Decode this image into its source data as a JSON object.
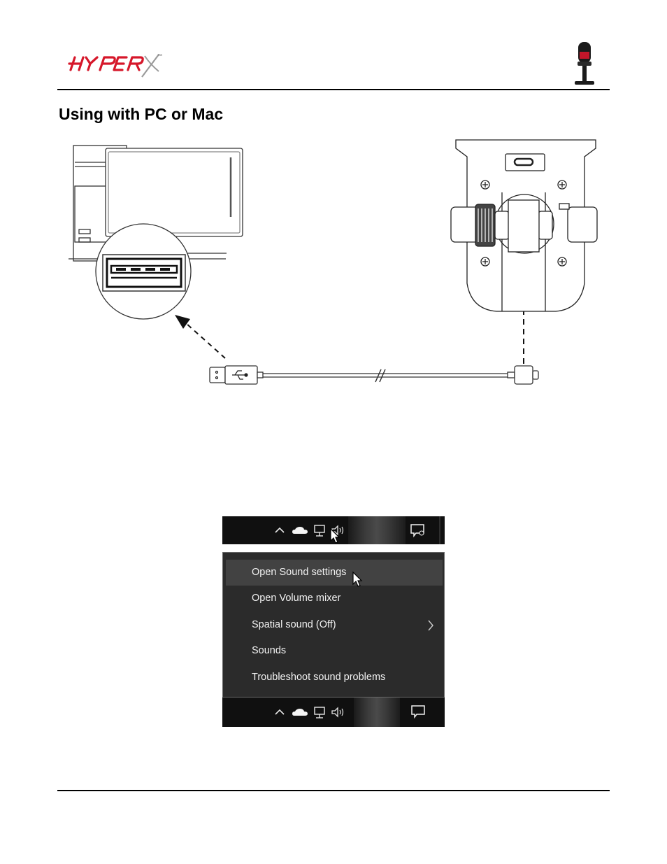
{
  "header": {
    "logo_text": "HyperX",
    "logo_trademark": "™",
    "mic_icon": "microphone-icon"
  },
  "section": {
    "title": "Using with PC or Mac"
  },
  "diagram": {
    "computer_icon": "desktop-computer-icon",
    "usb_port_icon": "usb-a-port-icon",
    "cable_icon": "usb-cable-icon",
    "mic_base_icon": "microphone-base-icon"
  },
  "taskbar": {
    "tray_icons": [
      "chevron-up-icon",
      "onedrive-cloud-icon",
      "network-icon",
      "speaker-icon"
    ],
    "notification_icon": "action-center-icon"
  },
  "context_menu": {
    "items": [
      {
        "label": "Open Sound settings",
        "highlighted": true
      },
      {
        "label": "Open Volume mixer",
        "highlighted": false
      },
      {
        "label": "Spatial sound (Off)",
        "highlighted": false,
        "submenu": true
      },
      {
        "label": "Sounds",
        "highlighted": false
      },
      {
        "label": "Troubleshoot sound problems",
        "highlighted": false
      }
    ]
  },
  "colors": {
    "brand_red": "#d6172a",
    "taskbar_bg": "#101010",
    "menu_bg": "#2b2b2b",
    "menu_highlight": "#424242",
    "menu_text": "#f2f2f2"
  }
}
